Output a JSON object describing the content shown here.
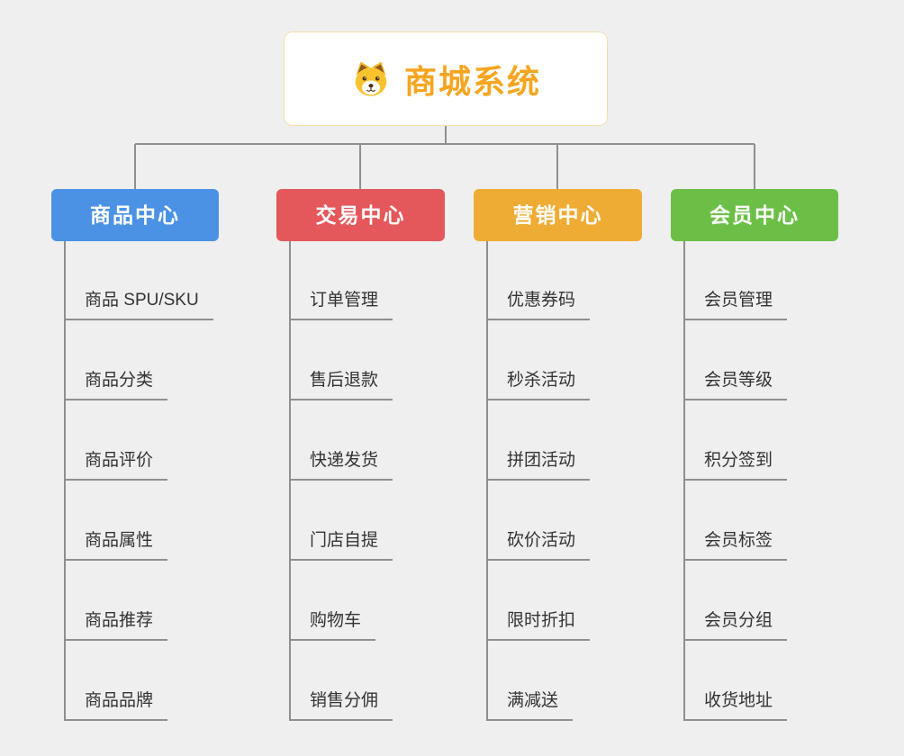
{
  "root": {
    "title": "商城系统",
    "icon": "dog-face-icon",
    "title_color": "#f7a51f"
  },
  "edge_color": "#8f8f8f",
  "branches": [
    {
      "label": "商品中心",
      "color": "#4b92e5",
      "children": [
        "商品 SPU/SKU",
        "商品分类",
        "商品评价",
        "商品属性",
        "商品推荐",
        "商品品牌"
      ]
    },
    {
      "label": "交易中心",
      "color": "#e4575a",
      "children": [
        "订单管理",
        "售后退款",
        "快递发货",
        "门店自提",
        "购物车",
        "销售分佣"
      ]
    },
    {
      "label": "营销中心",
      "color": "#efac34",
      "children": [
        "优惠券码",
        "秒杀活动",
        "拼团活动",
        "砍价活动",
        "限时折扣",
        "满减送"
      ]
    },
    {
      "label": "会员中心",
      "color": "#6cbf46",
      "children": [
        "会员管理",
        "会员等级",
        "积分签到",
        "会员标签",
        "会员分组",
        "收货地址"
      ]
    }
  ]
}
